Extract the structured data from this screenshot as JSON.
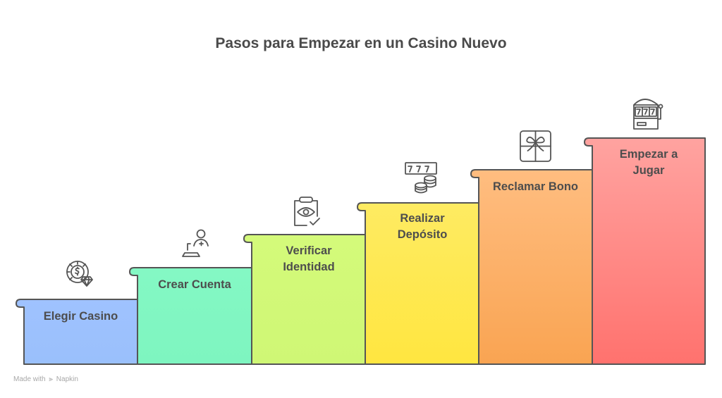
{
  "title": "Pasos para Empezar en un Casino Nuevo",
  "steps": [
    {
      "label": "Elegir Casino",
      "icon": "casino-chip-diamond-icon",
      "color_top": "#9fc2ff",
      "color_bottom": "#9ac0fb"
    },
    {
      "label": "Crear Cuenta",
      "icon": "user-add-laptop-icon",
      "color_top": "#84f8c4",
      "color_bottom": "#7ef5c0"
    },
    {
      "label": "Verificar Identidad",
      "icon": "clipboard-eye-check-icon",
      "color_top": "#d4fa7a",
      "color_bottom": "#cff775"
    },
    {
      "label": "Realizar Depósito",
      "icon": "slot-coins-icon",
      "color_top": "#feeb62",
      "color_bottom": "#ffe640"
    },
    {
      "label": "Reclamar Bono",
      "icon": "gift-box-icon",
      "color_top": "#ffbd80",
      "color_bottom": "#f9a452"
    },
    {
      "label": "Empezar a Jugar",
      "icon": "slot-machine-icon",
      "color_top": "#ffa3a0",
      "color_bottom": "#ff726e"
    }
  ],
  "footer": {
    "prefix": "Made with",
    "brand": "Napkin"
  },
  "colors": {
    "stroke": "#555555",
    "text": "#4d4d4d"
  }
}
